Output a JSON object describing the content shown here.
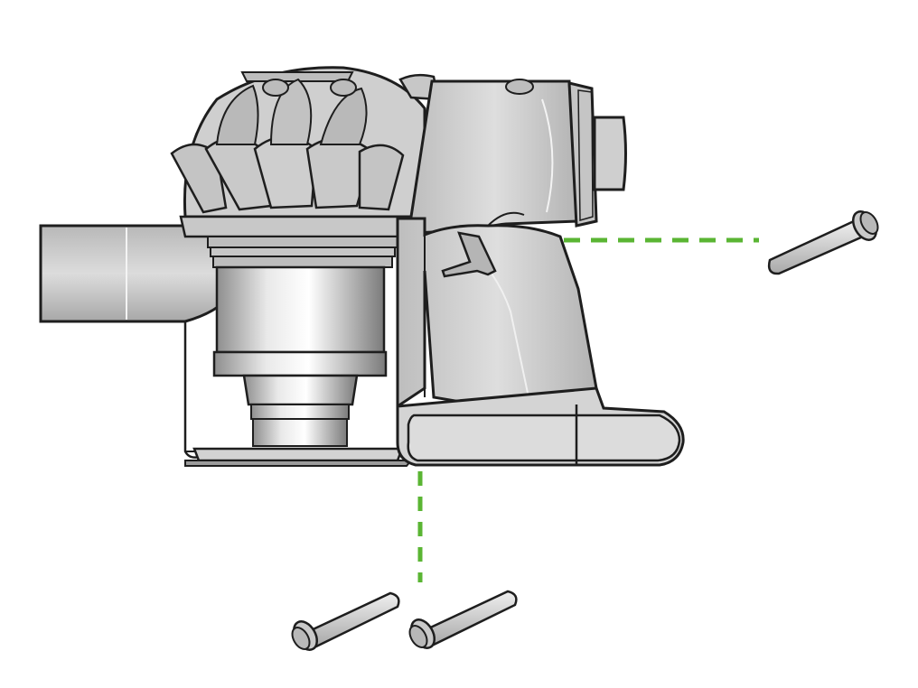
{
  "diagram": {
    "subject": "handheld-vacuum-unit",
    "colors": {
      "outline": "#1e1e1e",
      "body_fill": "#d9d9d9",
      "body_shade": "#b5b5b5",
      "body_highlight": "#f2f2f2",
      "guide_line": "#5ab533",
      "screw_fill": "#d4d4d4"
    },
    "parts": [
      {
        "id": "cyclone-assembly",
        "icon": "cyclone-icon"
      },
      {
        "id": "bin",
        "icon": "bin-icon"
      },
      {
        "id": "nozzle-inlet",
        "icon": "inlet-icon"
      },
      {
        "id": "motor-housing",
        "icon": "motor-icon"
      },
      {
        "id": "handle",
        "icon": "handle-icon"
      },
      {
        "id": "trigger",
        "icon": "trigger-icon"
      },
      {
        "id": "battery",
        "icon": "battery-icon"
      },
      {
        "id": "screw-rear",
        "icon": "screw-icon"
      },
      {
        "id": "screw-bottom-left",
        "icon": "screw-icon"
      },
      {
        "id": "screw-bottom-right",
        "icon": "screw-icon"
      }
    ],
    "guides": [
      {
        "id": "rear-screw-guide",
        "style": "dashed"
      },
      {
        "id": "bottom-screw-guide",
        "style": "dashed"
      }
    ]
  }
}
